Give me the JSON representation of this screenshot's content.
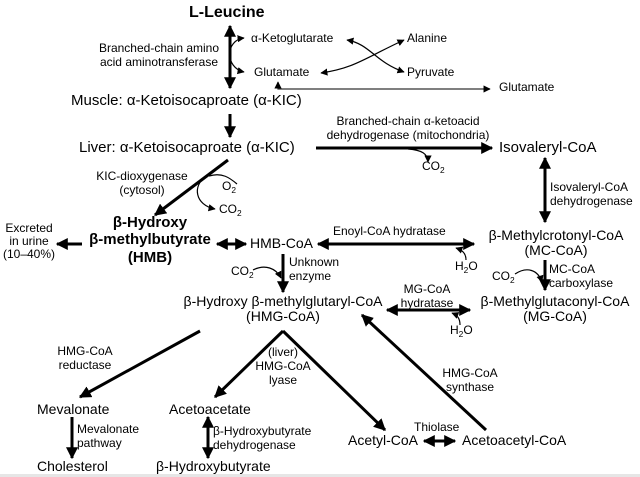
{
  "nodes": {
    "leucine": "L-Leucine",
    "akg": "α-Ketoglutarate",
    "glutamate1": "Glutamate",
    "alanine": "Alanine",
    "pyruvate": "Pyruvate",
    "glutamate2": "Glutamate",
    "muscle_kic": "Muscle: α-Ketoisocaproate (α-KIC)",
    "liver_kic": "Liver: α-Ketoisocaproate (α-KIC)",
    "isovaleryl": "Isovaleryl-CoA",
    "hmb_line1": "β-Hydroxy",
    "hmb_line2": "β-methylbutyrate",
    "hmb_line3": "(HMB)",
    "excreted_line1": "Excreted",
    "excreted_line2": "in urine",
    "excreted_line3": "(10–40%)",
    "hmbcoa": "HMB-CoA",
    "mccoa_line1": "β-Methylcrotonyl-CoA",
    "mccoa_line2": "(MC-CoA)",
    "hmgcoa_line1": "β-Hydroxy β-methylglutaryl-CoA",
    "hmgcoa_line2": "(HMG-CoA)",
    "mgcoa_line1": "β-Methylglutaconyl-CoA",
    "mgcoa_line2": "(MG-CoA)",
    "mevalonate": "Mevalonate",
    "cholesterol": "Cholesterol",
    "acetoacetate": "Acetoacetate",
    "bhb": "β-Hydroxybutyrate",
    "acetylcoa": "Acetyl-CoA",
    "acetoacetylcoa": "Acetoacetyl-CoA"
  },
  "enzymes": {
    "bcat_line1": "Branched-chain amino",
    "bcat_line2": "acid aminotransferase",
    "bckdh_line1": "Branched-chain α-ketoacid",
    "bckdh_line2": "dehydrogenase (mitochondria)",
    "kicd_line1": "KIC-dioxygenase",
    "kicd_line2": "(cytosol)",
    "ivd_line1": "Isovaleryl-CoA",
    "ivd_line2": "dehydrogenase",
    "enoyl": "Enoyl-CoA hydratase",
    "unknown_line1": "Unknown",
    "unknown_line2": "enzyme",
    "mcc_line1": "MC-CoA",
    "mcc_line2": "carboxylase",
    "mgh_line1": "MG-CoA",
    "mgh_line2": "hydratase",
    "hmgr_line1": "HMG-CoA",
    "hmgr_line2": "reductase",
    "lyase_line1": "(liver)",
    "lyase_line2": "HMG-CoA",
    "lyase_line3": "lyase",
    "hmgs_line1": "HMG-CoA",
    "hmgs_line2": "synthase",
    "mev_line1": "Mevalonate",
    "mev_line2": "pathway",
    "bdh_line1": "β-Hydroxybutyrate",
    "bdh_line2": "dehydrogenase",
    "thiolase": "Thiolase"
  },
  "cofactors": {
    "o2": "O",
    "o2_sub": "2",
    "co2": "CO",
    "co2_sub": "2",
    "h2o_h": "H",
    "h2o_sub": "2",
    "h2o_o": "O"
  },
  "colors": {
    "ink": "#000000",
    "thin_line": "#333333"
  }
}
